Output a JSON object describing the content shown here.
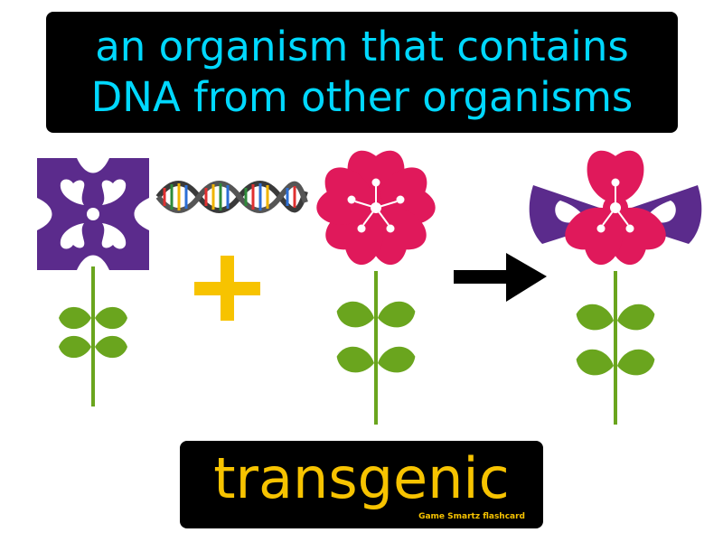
{
  "definition": {
    "line1": "an organism that contains",
    "line2": "DNA from other organisms"
  },
  "term": "transgenic",
  "credit": "Game Smartz flashcard",
  "colors": {
    "definition_text": "#00d8ff",
    "term_text": "#f7c300",
    "purple_petal": "#5b2b8c",
    "pink_petal": "#e0195b",
    "leaf_green": "#6aa51e",
    "plus_yellow": "#f7c300",
    "arrow": "#000000"
  },
  "icons": [
    "purple-flower",
    "dna-double-helix",
    "plus-sign",
    "pink-flower",
    "right-arrow",
    "transgenic-flower"
  ]
}
